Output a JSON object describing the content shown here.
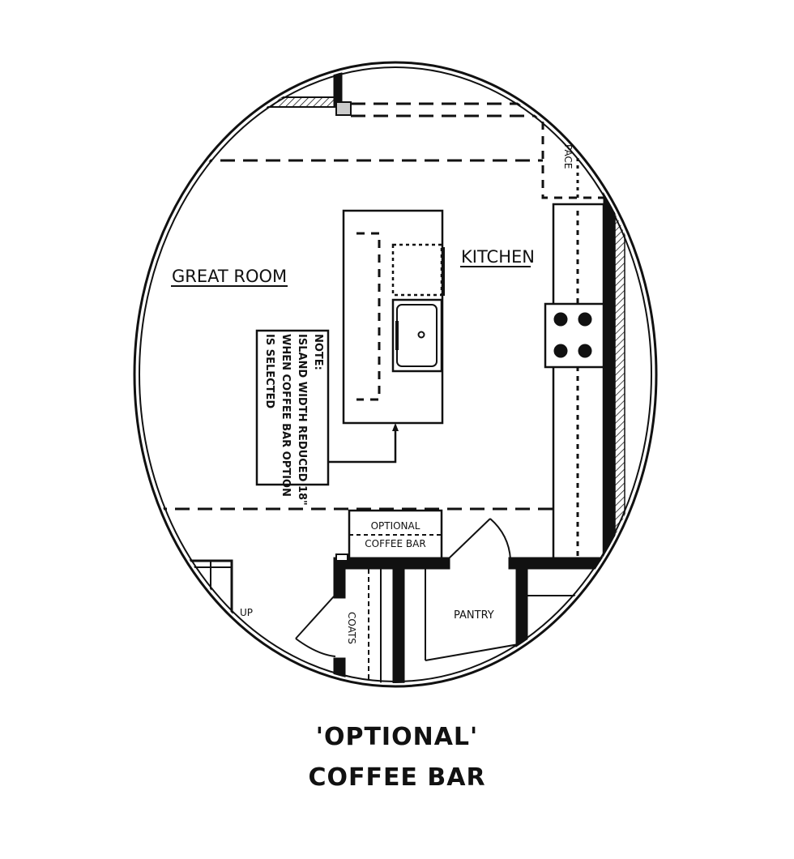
{
  "rooms": {
    "great_room": "GREAT ROOM",
    "kitchen": "KITCHEN",
    "pantry": "PANTRY",
    "coats": "COATS",
    "up": "UP",
    "space_partial": "PACE"
  },
  "optional_coffee_bar": {
    "line1": "OPTIONAL",
    "line2": "COFFEE BAR"
  },
  "note": {
    "lines": [
      "NOTE:",
      "ISLAND WIDTH REDUCED 18\"",
      "WHEN COFFEE BAR OPTION",
      "IS SELECTED"
    ]
  },
  "caption": {
    "line1": "'OPTIONAL'",
    "line2": "COFFEE BAR"
  }
}
